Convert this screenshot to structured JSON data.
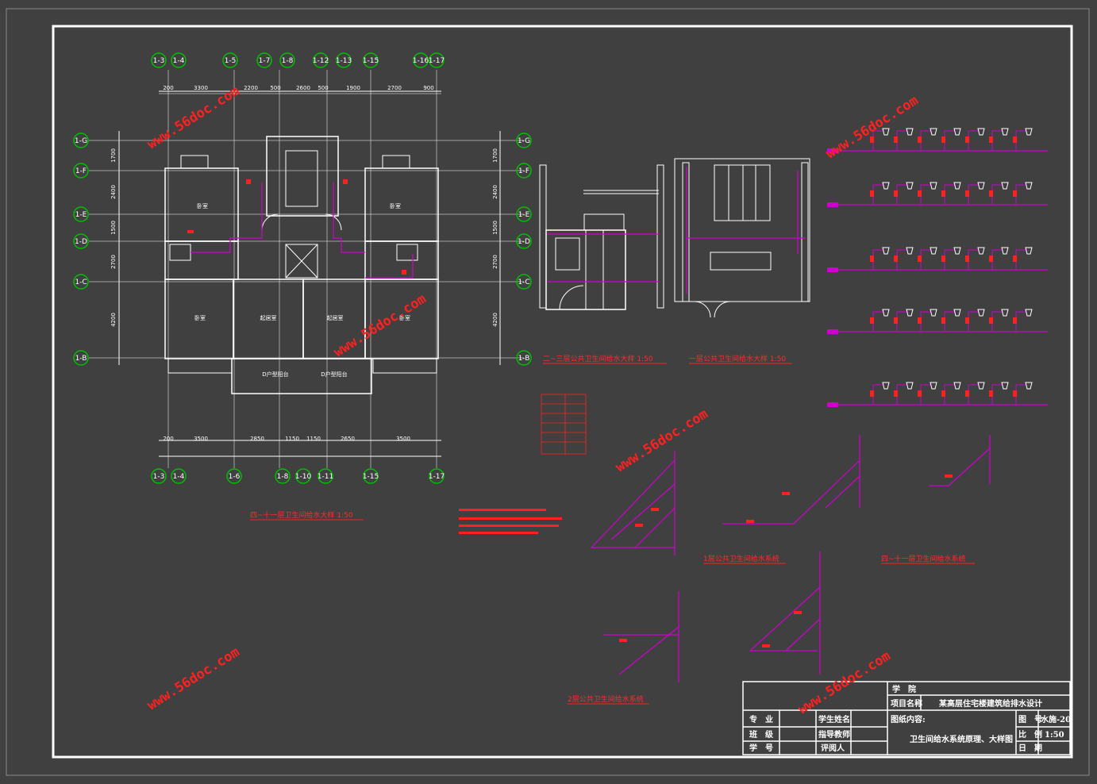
{
  "watermark": "www.56doc.com",
  "colors": {
    "background": "#404040",
    "line": "#ffffff",
    "pipe": "#d000d0",
    "annotation": "#ff2020",
    "grid_bubble": "#00c000"
  },
  "grid_top": [
    "1-3",
    "1-4",
    "1-5",
    "1-7",
    "1-8",
    "1-12",
    "1-13",
    "1-15",
    "1-16",
    "1-17"
  ],
  "grid_bottom": [
    "1-3",
    "1-4",
    "1-6",
    "1-8",
    "1-10",
    "1-11",
    "1-15",
    "1-17"
  ],
  "grid_left": [
    "1-G",
    "1-F",
    "1-E",
    "1-D",
    "1-C",
    "1-B"
  ],
  "grid_right": [
    "1-G",
    "1-F",
    "1-E",
    "1-D",
    "1-C",
    "1-B"
  ],
  "dims_top": [
    "200",
    "3300",
    "2200",
    "500",
    "2600",
    "500",
    "1900",
    "2700",
    "900"
  ],
  "dims_bottom": [
    "200",
    "3500",
    "2850",
    "1150",
    "1150",
    "2650",
    "3500"
  ],
  "dims_left": [
    "1700",
    "2400",
    "1500",
    "2700",
    "4200"
  ],
  "dims_right": [
    "1700",
    "2400",
    "1500",
    "2700",
    "4200"
  ],
  "rooms": [
    "卧室",
    "卧室",
    "卧室",
    "起居室",
    "起居室",
    "卧室"
  ],
  "balcony": [
    "D户型阳台",
    "D户型阳台"
  ],
  "captions": {
    "plan_main": "四~十一层卫生间给水大样 1:50",
    "plan_mid": "二~三层公共卫生间给水大样 1:50",
    "plan_right": "一层公共卫生间给水大样 1:50",
    "sys_1": "1层公共卫生间给水系统",
    "sys_2": "四~十一层卫生间给水系统",
    "sys_3": "2层公共卫生间给水系统"
  },
  "title_block": {
    "school_label": "学　院",
    "project_label": "项目名称",
    "project_value": "某高层住宅楼建筑给排水设计",
    "major_label": "专　业",
    "student_label": "学生姓名",
    "content_label": "图纸内容:",
    "class_label": "班　级",
    "advisor_label": "指导教师",
    "content_value": "卫生间给水系统原理、大样图",
    "id_label": "学　号",
    "reviewer_label": "评阅人",
    "drawing_no_label": "图　号",
    "drawing_no_value": "水施-20",
    "scale_label": "比　例",
    "scale_value": "1:50",
    "date_label": "日　期"
  }
}
